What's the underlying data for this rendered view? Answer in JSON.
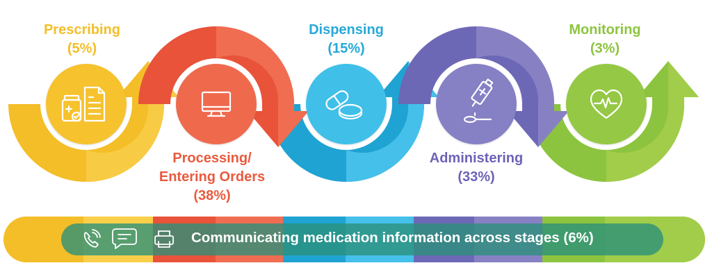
{
  "stages": [
    {
      "title": "Prescribing",
      "pct": "(5%)",
      "color": "#f4be28",
      "icon": "pill-bottle-prescription-icon"
    },
    {
      "title": "Processing/",
      "title2": "Entering Orders",
      "pct": "(38%)",
      "color": "#ee6449",
      "icon": "computer-monitor-icon"
    },
    {
      "title": "Dispensing",
      "pct": "(15%)",
      "color": "#3cbde8",
      "icon": "pills-icon"
    },
    {
      "title": "Administering",
      "pct": "(33%)",
      "color": "#837dc2",
      "icon": "dropper-spoon-icon"
    },
    {
      "title": "Monitoring",
      "pct": "(3%)",
      "color": "#93c843",
      "icon": "heart-monitor-icon"
    }
  ],
  "communication": {
    "text": "Communicating medication information across stages (6%)",
    "icons": [
      "phone-icon",
      "chat-icon",
      "fax-icon"
    ]
  }
}
